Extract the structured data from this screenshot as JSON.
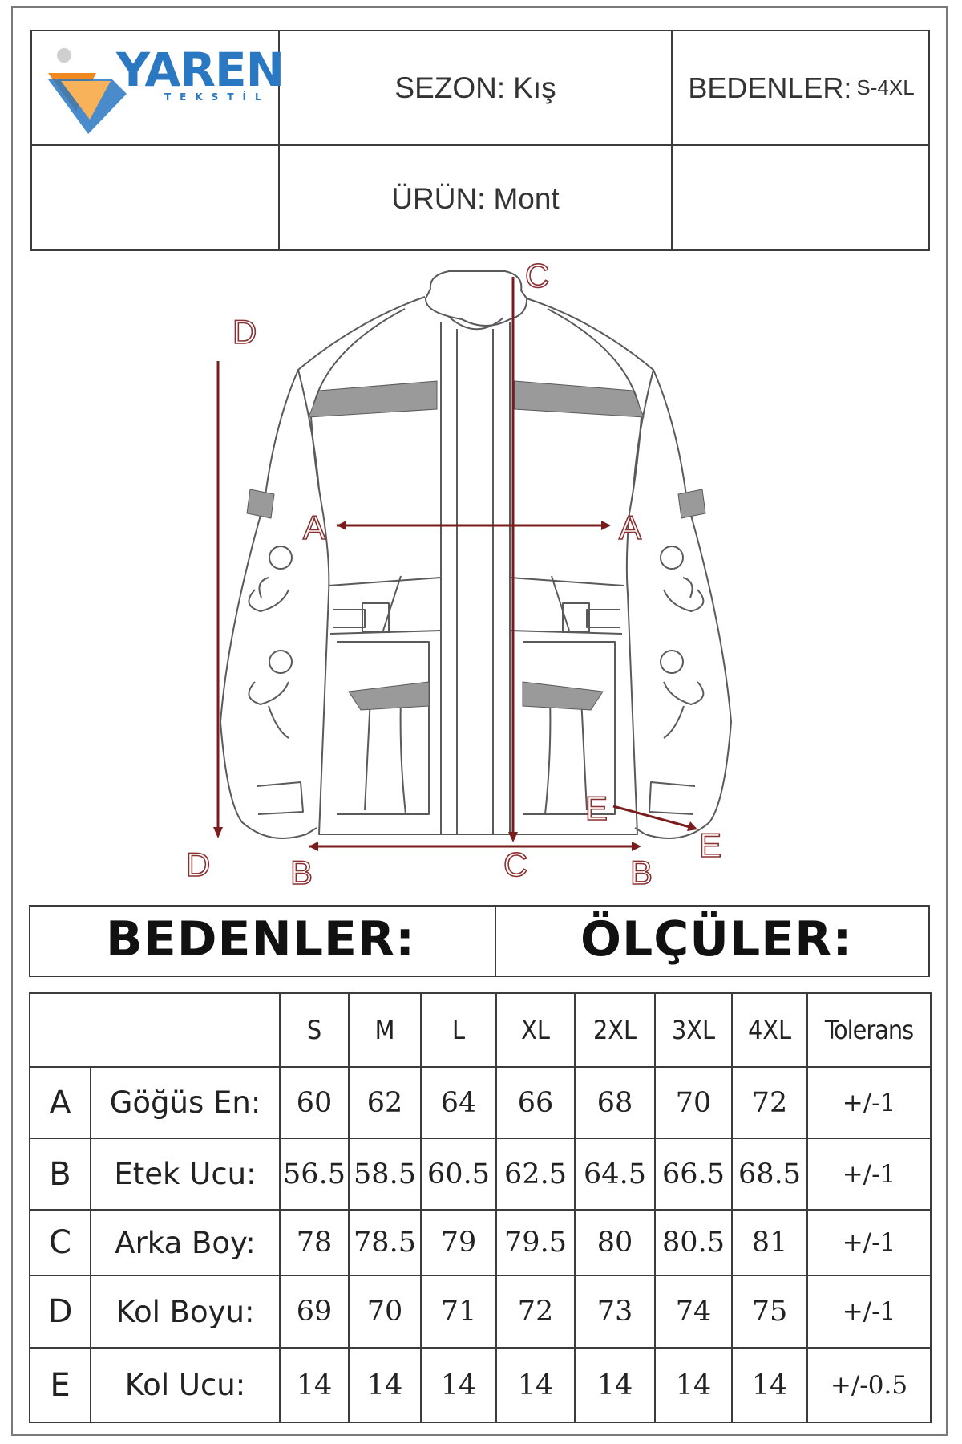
{
  "brand": {
    "name": "YAREN",
    "sub": "TEKSTİL"
  },
  "header": {
    "season_label": "SEZON:",
    "season_value": "Kış",
    "sizes_label": "BEDENLER:",
    "sizes_value": "S-4XL",
    "product_label": "ÜRÜN:",
    "product_value": "Mont"
  },
  "colors": {
    "measure_line": "#7b1c1c",
    "tolerance_header": "#b5232a",
    "brand_blue": "#2a78c2",
    "brand_orange": "#f08a1c"
  },
  "diagram_labels": {
    "a": "A",
    "b": "B",
    "c": "C",
    "d": "D",
    "e": "E"
  },
  "sections": {
    "left": "BEDENLER:",
    "right": "ÖLÇÜLER:"
  },
  "table": {
    "sizes": [
      "S",
      "M",
      "L",
      "XL",
      "2XL",
      "3XL",
      "4XL"
    ],
    "tolerance_header": "Tolerans",
    "rows": [
      {
        "code": "A",
        "name": "Göğüs En:",
        "values": [
          "60",
          "62",
          "64",
          "66",
          "68",
          "70",
          "72"
        ],
        "tolerance": "+/-1"
      },
      {
        "code": "B",
        "name": "Etek Ucu:",
        "values": [
          "56.5",
          "58.5",
          "60.5",
          "62.5",
          "64.5",
          "66.5",
          "68.5"
        ],
        "tolerance": "+/-1"
      },
      {
        "code": "C",
        "name": "Arka Boy:",
        "values": [
          "78",
          "78.5",
          "79",
          "79.5",
          "80",
          "80.5",
          "81"
        ],
        "tolerance": "+/-1"
      },
      {
        "code": "D",
        "name": "Kol Boyu:",
        "values": [
          "69",
          "70",
          "71",
          "72",
          "73",
          "74",
          "75"
        ],
        "tolerance": "+/-1"
      },
      {
        "code": "E",
        "name": "Kol Ucu:",
        "values": [
          "14",
          "14",
          "14",
          "14",
          "14",
          "14",
          "14"
        ],
        "tolerance": "+/-0.5"
      }
    ]
  }
}
